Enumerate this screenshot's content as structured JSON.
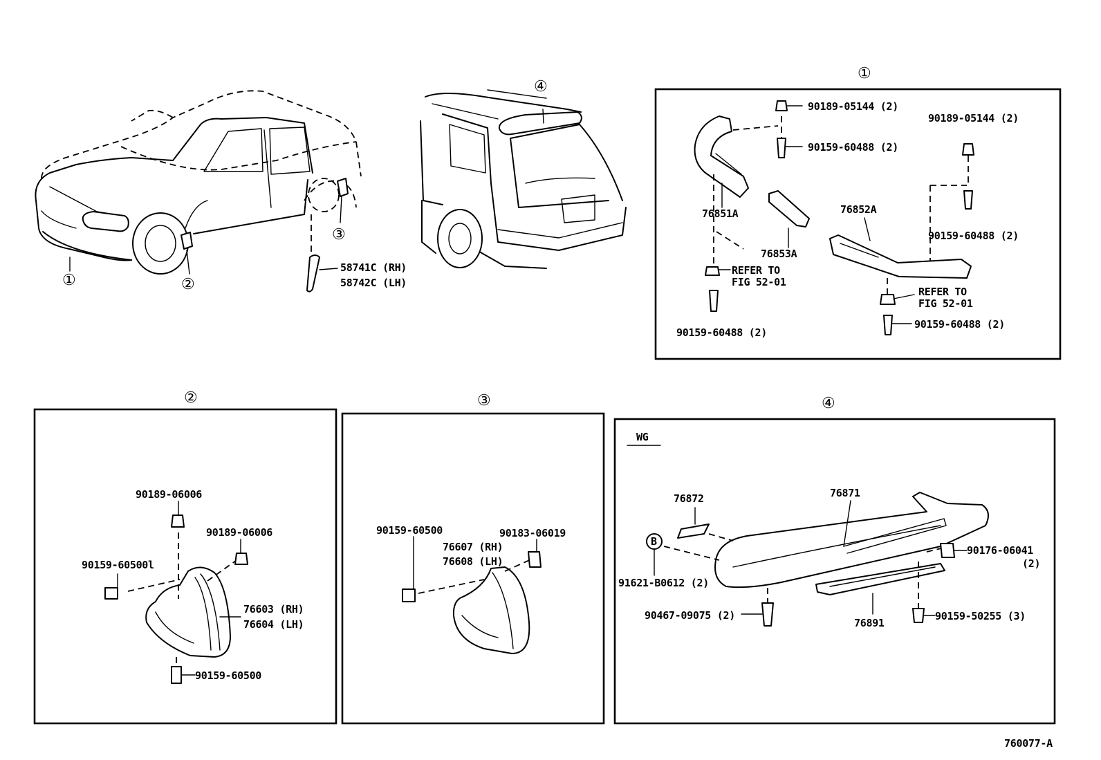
{
  "callouts": {
    "c1": "①",
    "c2": "②",
    "c3": "③",
    "c4": "④"
  },
  "overview": {
    "sedan_fender_rh": "58741C (RH)",
    "sedan_fender_lh": "58742C (LH)"
  },
  "panel1": {
    "bolt_top_a": "90189-05144 (2)",
    "screw_a": "90159-60488 (2)",
    "bolt_top_b": "90189-05144 (2)",
    "screw_b": "90159-60488 (2)",
    "part_left": "76851A",
    "part_mid": "76853A",
    "part_right": "76852A",
    "refer_a_1": "REFER TO",
    "refer_a_2": "FIG 52-01",
    "refer_b_1": "REFER TO",
    "refer_b_2": "FIG 52-01",
    "screw_c": "90159-60488 (2)",
    "screw_d": "90159-60488 (2)"
  },
  "panel2": {
    "bolt_top": "90189-06006",
    "bolt_right": "90189-06006",
    "screw_left": "90159-60500l",
    "flap_rh": "76603 (RH)",
    "flap_lh": "76604 (LH)",
    "screw_bottom": "90159-60500"
  },
  "panel3": {
    "screw": "90159-60500",
    "flap_rh": "76607 (RH)",
    "flap_lh": "76608 (LH)",
    "clip": "90183-06019"
  },
  "panel4": {
    "variant": "WG",
    "spoiler": "76871",
    "pad": "76872",
    "b_marker": "B",
    "bolt_b": "91621-B0612 (2)",
    "nut_right": "90176-06041",
    "nut_right_qty": "(2)",
    "rivet": "90467-09075 (2)",
    "bracket": "76891",
    "screw": "90159-50255 (3)"
  },
  "figure_code": "760077-A"
}
